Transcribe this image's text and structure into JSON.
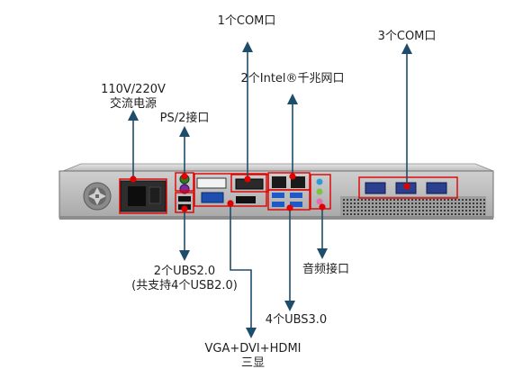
{
  "labels": {
    "com1": "1个COM口",
    "com3": "3个COM口",
    "power_line1": "110V/220V",
    "power_line2": "交流电源",
    "ps2": "PS/2接口",
    "lan": "2个Intel®千兆网口",
    "usb2_line1": "2个UBS2.0",
    "usb2_line2": "(共支持4个USB2.0)",
    "audio": "音频接口",
    "usb3": "4个UBS3.0",
    "display_line1": "VGA+DVI+HDMI",
    "display_line2": "三显"
  },
  "colors": {
    "callout_line": "#1e4d6b",
    "highlight_box": "#e00000",
    "marker_dot": "#e00000",
    "chassis": "#c9c9c9",
    "chassis_dark": "#7a7a7a"
  }
}
